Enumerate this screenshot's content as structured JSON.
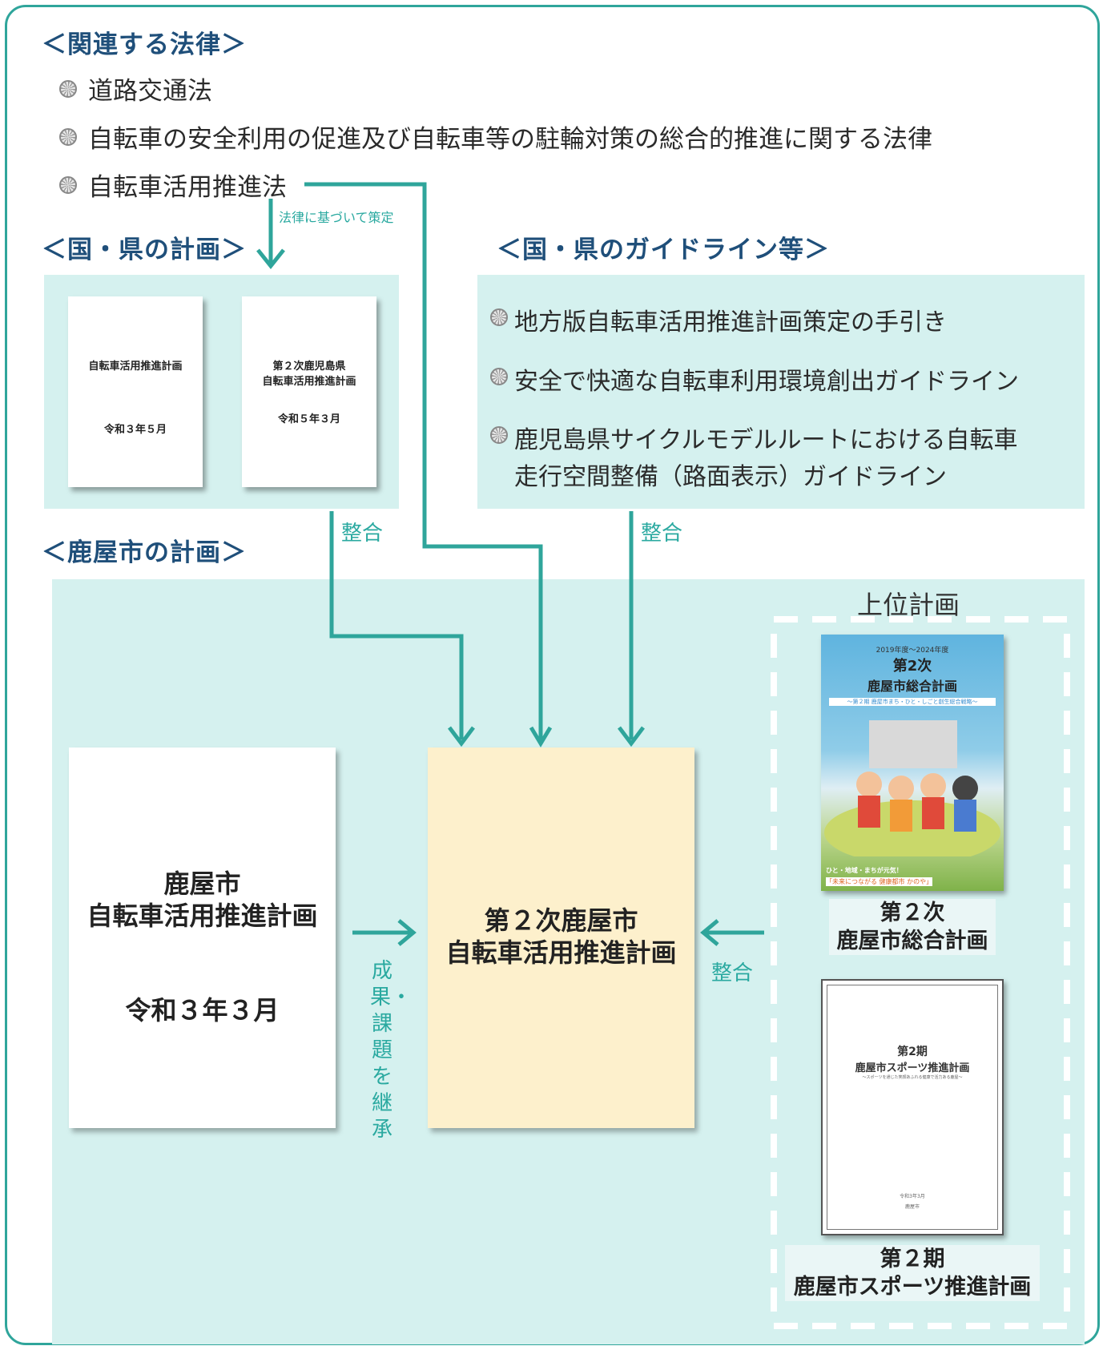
{
  "laws": {
    "heading": "＜関連する法律＞",
    "items": [
      "道路交通法",
      "自転車の安全利用の促進及び自転車等の駐輪対策の総合的推進に関する法律",
      "自転車活用推進法"
    ]
  },
  "arrow_law_label": "法律に基づいて策定",
  "national_plans": {
    "heading": "＜国・県の計画＞",
    "docs": [
      {
        "title": "自転車活用推進計画",
        "date": "令和３年５月"
      },
      {
        "title_line1": "第２次鹿児島県",
        "title_line2": "自転車活用推進計画",
        "date": "令和５年３月"
      }
    ]
  },
  "guidelines": {
    "heading": "＜国・県のガイドライン等＞",
    "items": [
      {
        "line1": "地方版自転車活用推進計画策定の手引き"
      },
      {
        "line1": "安全で快適な自転車利用環境創出ガイドライン"
      },
      {
        "line1": "鹿児島県サイクルモデルルートにおける自転車",
        "line2": "走行空間整備（路面表示）ガイドライン"
      }
    ]
  },
  "connector_labels": {
    "seigo_left": "整合",
    "seigo_right": "整合",
    "seigo_upper": "整合",
    "inherit": "成果・課題を継承"
  },
  "city_plans": {
    "heading": "＜鹿屋市の計画＞",
    "previous": {
      "line1": "鹿屋市",
      "line2": "自転車活用推進計画",
      "date": "令和３年３月"
    },
    "current": {
      "line1": "第２次鹿屋市",
      "line2": "自転車活用推進計画"
    }
  },
  "upper_plans": {
    "heading": "上位計画",
    "comprehensive": {
      "cover_period": "2019年度～2024年度",
      "cover_title1": "第2次",
      "cover_title2": "鹿屋市総合計画",
      "cover_subtitle": "～第２期 鹿屋市まち・ひと・しごと創生総合戦略～",
      "cover_slogan1": "ひと・地域・まちが元気！",
      "cover_slogan2": "「未来につながる 健康都市 かのや」",
      "label_line1": "第２次",
      "label_line2": "鹿屋市総合計画"
    },
    "sports": {
      "cover_title1": "第2期",
      "cover_title2": "鹿屋市スポーツ推進計画",
      "cover_subtitle": "～スポーツを通じた笑顔あふれる健康で活力ある鹿屋～",
      "cover_date": "令和3年3月",
      "cover_org": "鹿屋市",
      "label_line1": "第２期",
      "label_line2": "鹿屋市スポーツ推進計画"
    }
  },
  "colors": {
    "teal": "#2fa59b",
    "panel": "#d5f1ef",
    "heading": "#1f4f7a",
    "current_plan": "#fdf0cc"
  }
}
